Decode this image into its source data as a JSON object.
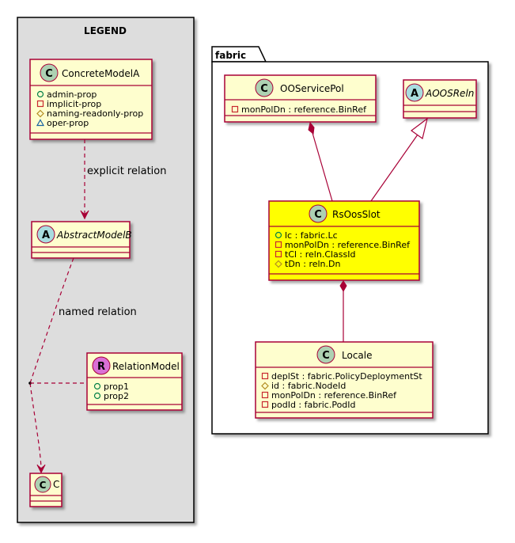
{
  "legend": {
    "title": "LEGEND",
    "classes": {
      "concrete_model_a": {
        "stereotype": "C",
        "name": "ConcreteModelA",
        "attributes": [
          {
            "vis": "+",
            "text": "admin-prop"
          },
          {
            "vis": "-",
            "text": "implicit-prop"
          },
          {
            "vis": "#",
            "text": "naming-readonly-prop"
          },
          {
            "vis": "~",
            "text": "oper-prop"
          }
        ]
      },
      "abstract_model_b": {
        "stereotype": "A",
        "name": "AbstractModelB"
      },
      "relation_model": {
        "stereotype": "R",
        "name": "RelationModel",
        "attributes": [
          {
            "vis": "+",
            "text": "prop1"
          },
          {
            "vis": "+",
            "text": "prop2"
          }
        ]
      },
      "c": {
        "stereotype": "C",
        "name": "C"
      }
    },
    "edges": {
      "explicit_relation": "explicit relation",
      "named_relation": "named relation"
    }
  },
  "fabric": {
    "package_name": "fabric",
    "classes": {
      "ooservicepol": {
        "stereotype": "C",
        "name": "OOServicePol",
        "attributes": [
          {
            "vis": "-",
            "text": "monPolDn : reference.BinRef"
          }
        ]
      },
      "aoosreln": {
        "stereotype": "A",
        "name": "AOOSReln"
      },
      "rsoosslot": {
        "stereotype": "C",
        "name": "RsOosSlot",
        "attributes": [
          {
            "vis": "+",
            "text": "lc : fabric.Lc"
          },
          {
            "vis": "-",
            "text": "monPolDn : reference.BinRef"
          },
          {
            "vis": "-",
            "text": "tCl : reln.ClassId"
          },
          {
            "vis": "#",
            "text": "tDn : reln.Dn"
          }
        ]
      },
      "locale": {
        "stereotype": "C",
        "name": "Locale",
        "attributes": [
          {
            "vis": "-",
            "text": "deplSt : fabric.PolicyDeploymentSt"
          },
          {
            "vis": "#",
            "text": "id : fabric.NodeId"
          },
          {
            "vis": "-",
            "text": "monPolDn : reference.BinRef"
          },
          {
            "vis": "-",
            "text": "podId : fabric.PodId"
          }
        ]
      }
    }
  },
  "colors": {
    "class_fill": "#FEFECE",
    "class_border": "#A80036",
    "highlight_fill": "#FFFF00",
    "legend_fill": "#DDDDDD",
    "c_circle": "#ADD1B2",
    "a_circle": "#A9DCDF",
    "r_circle": "#DA70D6",
    "edge": "#A80036"
  }
}
